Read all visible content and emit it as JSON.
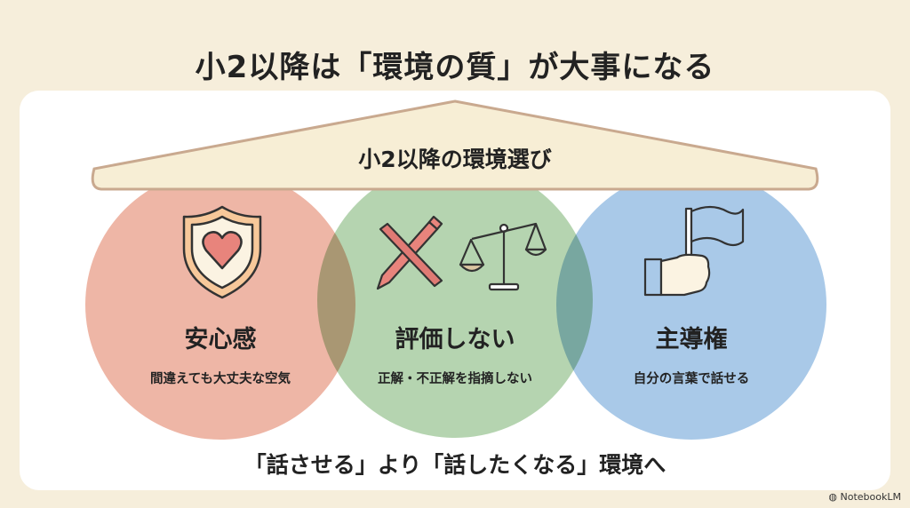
{
  "title": "小2以降は「環境の質」が大事になる",
  "roof": "小2以降の環境選び",
  "pillars": [
    {
      "heading": "安心感",
      "sub": "間違えても大丈夫な空気",
      "icon": "shield-heart-icon",
      "color": "#eeb6a6"
    },
    {
      "heading": "評価しない",
      "sub": "正解・不正解を指摘しない",
      "icon": "crossed-pen-scale-icon",
      "color": "#b5d4b0"
    },
    {
      "heading": "主導権",
      "sub": "自分の言葉で話せる",
      "icon": "hand-flag-icon",
      "color": "#a9c9e8"
    }
  ],
  "footer": "「話させる」より「話したくなる」環境へ",
  "brand": "NotebookLM"
}
